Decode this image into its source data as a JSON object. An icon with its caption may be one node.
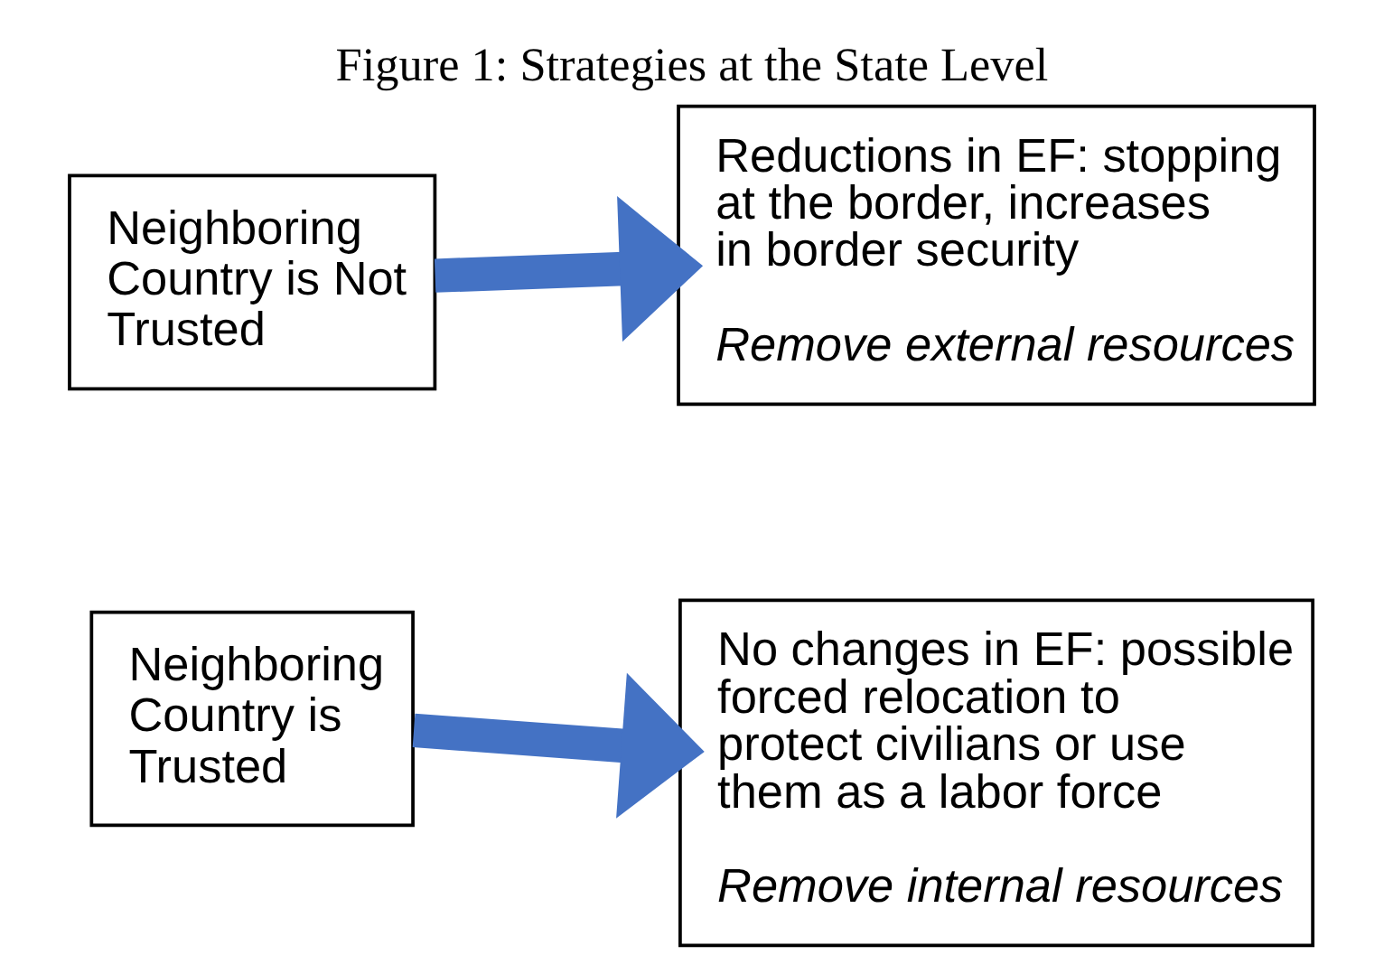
{
  "diagram": {
    "title": "Figure 1: Strategies at the State Level",
    "nodes": [
      {
        "text": [
          "Neighboring Country is Not Trusted"
        ]
      },
      {
        "text": [
          "Reductions in EF: stopping at the border, increases in border security",
          "Remove external resources"
        ]
      },
      {
        "text": [
          "Neighboring Country is Trusted"
        ]
      },
      {
        "text": [
          "No changes in EF: possible forced relocation to protect civilians or use them as a labor force",
          "Remove internal resources"
        ]
      }
    ],
    "edges": [
      {
        "from": 0,
        "to": 1,
        "arrow": "to"
      },
      {
        "from": 2,
        "to": 3,
        "arrow": "to"
      }
    ]
  }
}
